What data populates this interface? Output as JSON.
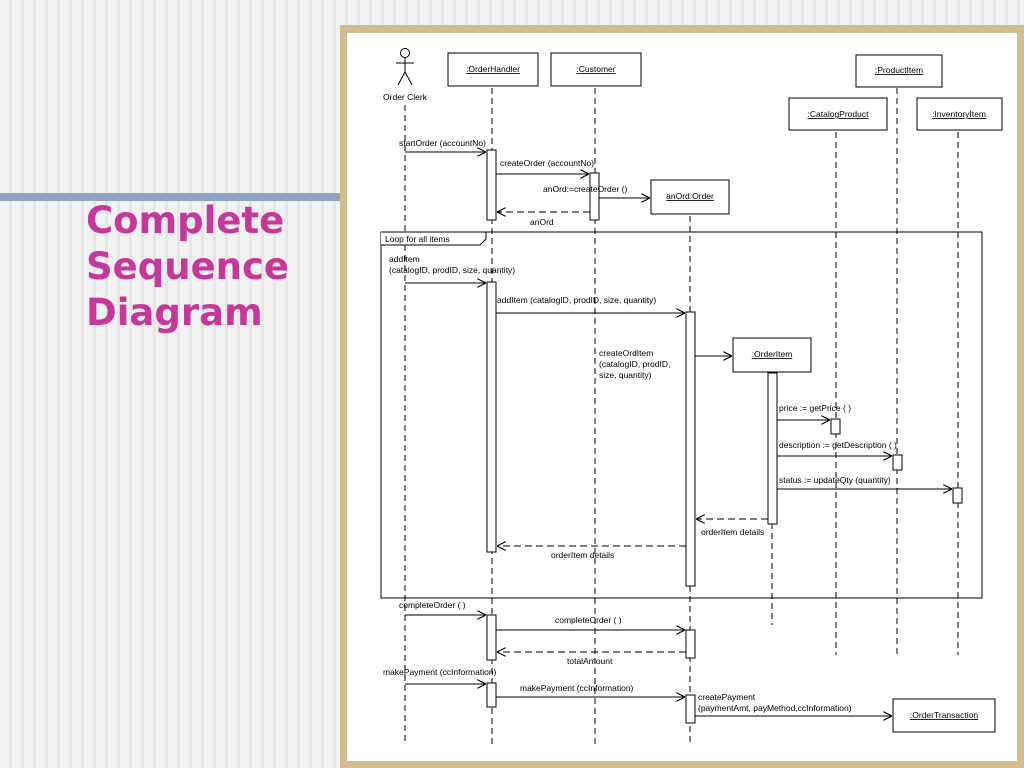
{
  "slide": {
    "title_lines": [
      "Complete",
      "Sequence",
      "Diagram"
    ]
  },
  "diagram": {
    "actors": {
      "order_clerk": "Order Clerk"
    },
    "objects": {
      "order_handler": ":OrderHandler",
      "customer": ":Customer",
      "product_item": ":ProductItem",
      "catalog_product": ":CatalogProduct",
      "inventory_item": ":InventoryItem",
      "an_order": "anOrd:Order",
      "order_item": ":OrderItem",
      "order_transaction": ":OrderTransaction"
    },
    "fragment": {
      "label": "Loop for all items"
    },
    "messages": {
      "start_order": "startOrder (accountNo)",
      "create_order_customer": "createOrder (accountNo)",
      "create_order_ord": "anOrd:=createOrder ()",
      "return_anord": "anOrd",
      "add_item_1": [
        "addItem",
        "(catalogID, prodID, size, quantity)"
      ],
      "add_item_2": "addItem (catalogID, prodID, size, quantity)",
      "create_ord_item": [
        "createOrdItem",
        "(catalogID, prodID,",
        "size, quantity)"
      ],
      "get_price": "price := getPrice ( )",
      "get_description": "description := getDescription ( )",
      "update_qty": "status := updateQty (quantity)",
      "order_item_details_1": "orderItem details",
      "order_item_details_2": "orderItem details",
      "complete_order_1": "completeOrder ( )",
      "complete_order_2": "completeOrder ( )",
      "total_amount": "totalAmount",
      "make_payment_1": "makePayment (ccInformation)",
      "make_payment_2": "makePayment (ccInformation)",
      "create_payment": [
        "createPayment",
        "(paymentAmt, payMethod,ccInformation)"
      ]
    }
  }
}
